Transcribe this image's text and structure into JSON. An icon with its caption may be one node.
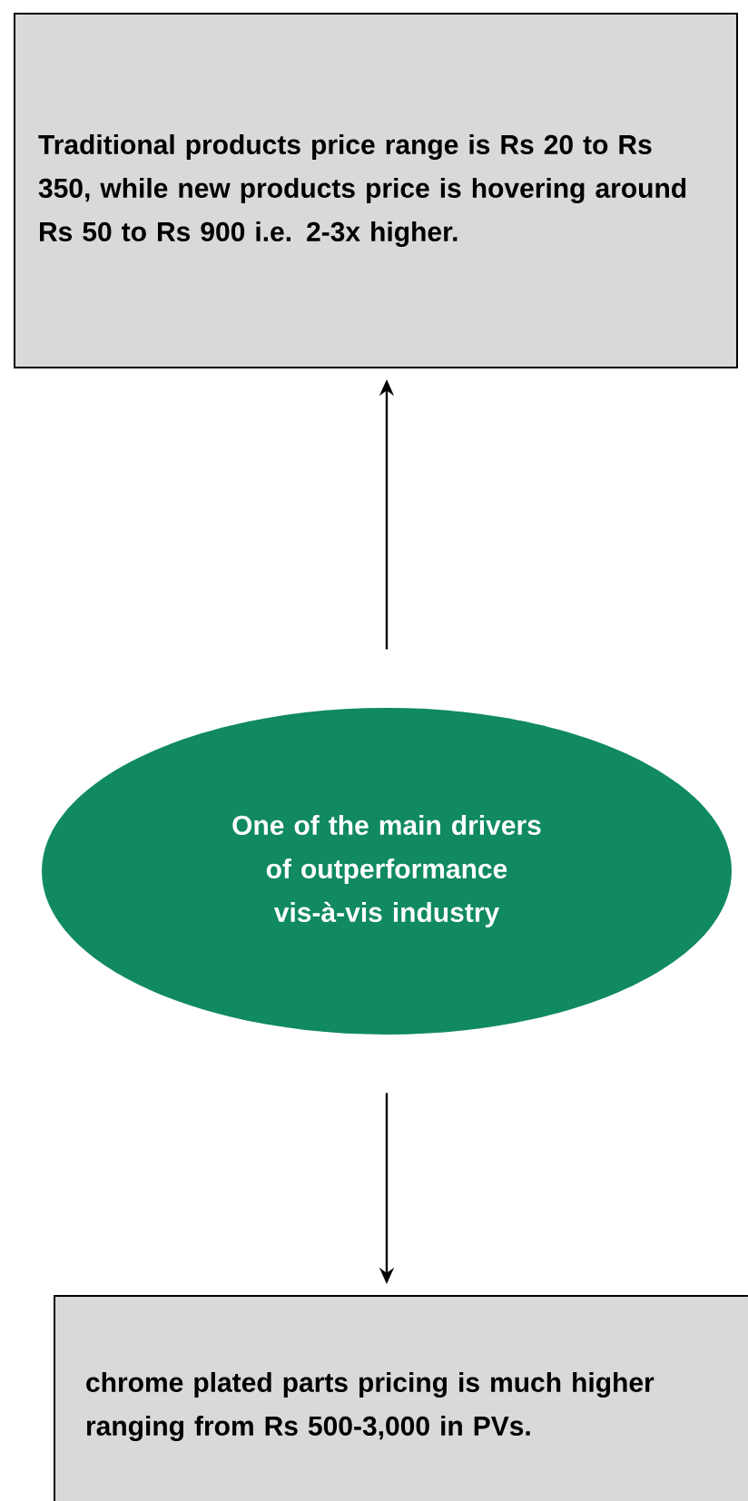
{
  "diagram": {
    "nodes": [
      {
        "text": [
          "Traditional products price range is Rs 20 to Rs 350, while new products price is hovering around Rs 50 to Rs 900 i.e. 2-3x higher."
        ]
      },
      {
        "text": [
          "One of the main drivers of outperformance vis-à-vis industry"
        ]
      },
      {
        "text": [
          "chrome plated parts pricing is much higher ranging from Rs 500-3,000 in PVs."
        ]
      }
    ],
    "edges": [
      {
        "from": 1,
        "to": 0,
        "arrow": "to"
      },
      {
        "from": 1,
        "to": 2,
        "arrow": "to"
      }
    ]
  }
}
